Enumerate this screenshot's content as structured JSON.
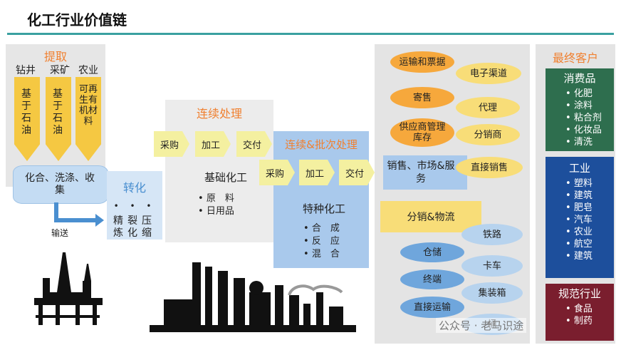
{
  "title": "化工行业价值链",
  "extraction": {
    "header": "提取",
    "columns": [
      {
        "head": "钻井",
        "body": "基于石油"
      },
      {
        "head": "采矿",
        "body": "基于石油"
      },
      {
        "head": "农业",
        "body": "可再生有机材料"
      }
    ],
    "cylinder": "化合、洗涤、收集",
    "transport": "输送"
  },
  "transform": {
    "header": "转化",
    "dots": "• • •",
    "items": [
      "精炼",
      "裂化",
      "压缩"
    ]
  },
  "continuous": {
    "header": "连续处理",
    "steps": [
      "采购",
      "加工",
      "交付"
    ],
    "subtitle": "基础化工",
    "items": [
      "原　料",
      "日用品"
    ]
  },
  "batch": {
    "header": "连续&批次处理",
    "steps": [
      "采购",
      "加工",
      "交付"
    ],
    "subtitle": "特种化工",
    "items": [
      "合　成",
      "反　应",
      "混　合"
    ]
  },
  "sales": {
    "ovals_top": [
      "运输和票据",
      "电子渠道",
      "寄售",
      "代理",
      "供应商管理库存",
      "分销商",
      "直接销售"
    ],
    "box": "销售、市场&服务",
    "distribution": "分销&物流",
    "ovals_bottom": [
      "铁路",
      "仓储",
      "卡车",
      "终端",
      "集装箱",
      "直接运输",
      "桶"
    ]
  },
  "customers": {
    "header": "最终客户",
    "consumer": {
      "title": "消费品",
      "items": [
        "化肥",
        "涂料",
        "粘合剂",
        "化妆品",
        "清洗"
      ]
    },
    "industry": {
      "title": "工业",
      "items": [
        "塑料",
        "建筑",
        "肥皂",
        "汽车",
        "农业",
        "航空",
        "建筑"
      ]
    },
    "regulated": {
      "title": "规范行业",
      "items": [
        "食品",
        "制药"
      ]
    }
  },
  "watermark": "公众号 · 老马识途"
}
